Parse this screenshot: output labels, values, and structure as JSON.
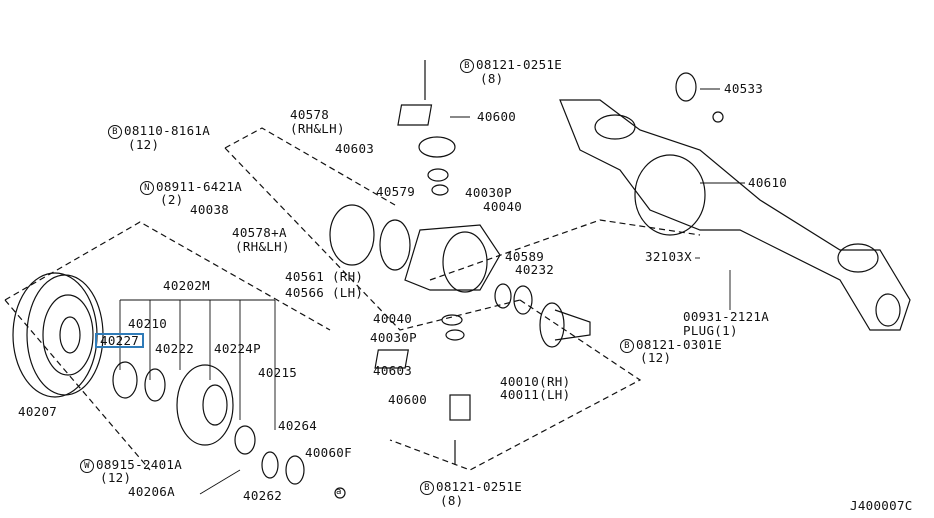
{
  "diagram_code": "J400007C",
  "highlighted_part": "40227",
  "highlight_color": "#2f7bb8",
  "labels": {
    "bolt_top": {
      "symbol": "B",
      "part": "08121-0251E",
      "qty": "(8)"
    },
    "p40533": "40533",
    "p40600_top": "40600",
    "p40578": {
      "part": "40578",
      "note": "(RH&LH)"
    },
    "bolt_08110": {
      "symbol": "B",
      "part": "08110-8161A",
      "qty": "(12)"
    },
    "p40603_top": "40603",
    "p40579": "40579",
    "p40030p_top": "40030P",
    "p40040_top": "40040",
    "p40610": "40610",
    "nut_08911": {
      "symbol": "N",
      "part": "08911-6421A",
      "qty": "(2)"
    },
    "p40038": "40038",
    "p40578a": {
      "part": "40578+A",
      "note": "(RH&LH)"
    },
    "p32103x": "32103X",
    "p40589": "40589",
    "p40232": "40232",
    "p40561": "40561 (RH)",
    "p40566": "40566 (LH)",
    "p40202m": "40202M",
    "p40210": "40210",
    "p40227": "40227",
    "p40222": "40222",
    "p40224p": "40224P",
    "p40215": "40215",
    "plug": {
      "part": "00931-2121A",
      "note": "PLUG(1)"
    },
    "p40040_bot": "40040",
    "p40030p_bot": "40030P",
    "bolt_08121_0301": {
      "symbol": "B",
      "part": "08121-0301E",
      "qty": "(12)"
    },
    "p40603_bot": "40603",
    "p40010": "40010(RH)",
    "p40011": "40011(LH)",
    "p40600_bot": "40600",
    "p40207": "40207",
    "p40264": "40264",
    "p40060f": "40060F",
    "washer_08915": {
      "symbol": "W",
      "part": "08915-2401A",
      "qty": "(12)"
    },
    "p40206a": "40206A",
    "p40262": "40262",
    "bolt_bottom": {
      "symbol": "B",
      "part": "08121-0251E",
      "qty": "(8)"
    },
    "ref_a": "a"
  }
}
